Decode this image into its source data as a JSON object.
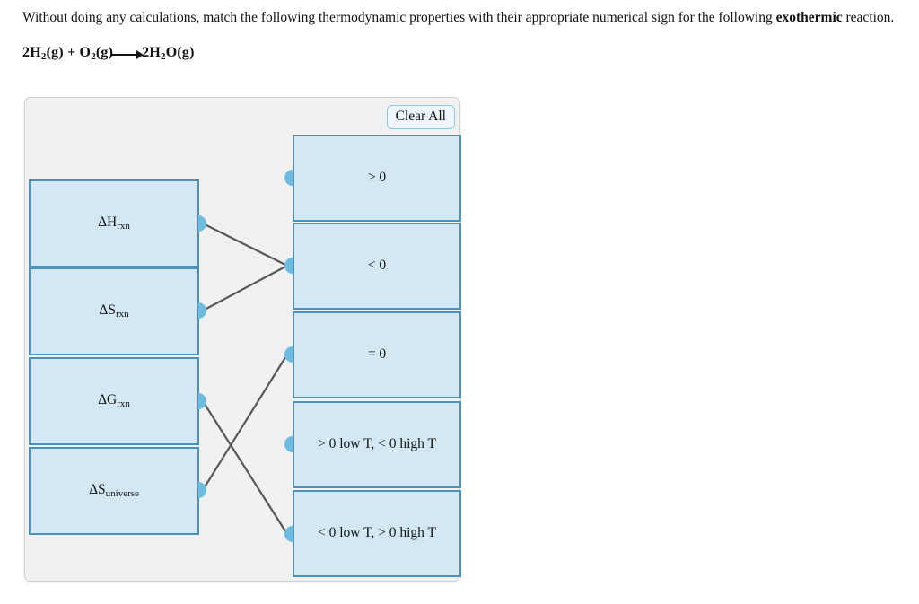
{
  "prompt": {
    "text_before": "Without doing any calculations, match the following thermodynamic properties with their appropriate numerical sign for the following ",
    "emphasis": "exothermic",
    "text_after": " reaction."
  },
  "equation": {
    "reactant_1_coeff": "2H",
    "reactant_1_sub": "2",
    "reactant_1_state": "(g)",
    "plus": " + ",
    "reactant_2": "O",
    "reactant_2_sub": "2",
    "reactant_2_state": "(g)",
    "product_coeff": "2H",
    "product_sub": "2",
    "product_rest": "O",
    "product_state": "(g)"
  },
  "panel": {
    "clear_all_label": "Clear All",
    "left_tiles": [
      {
        "symbol": "ΔH",
        "subscript": "rxn",
        "name": "delta-h-rxn"
      },
      {
        "symbol": "ΔS",
        "subscript": "rxn",
        "name": "delta-s-rxn"
      },
      {
        "symbol": "ΔG",
        "subscript": "rxn",
        "name": "delta-g-rxn"
      },
      {
        "symbol": "ΔS",
        "subscript": "universe",
        "name": "delta-s-universe"
      }
    ],
    "right_tiles": [
      {
        "label": "> 0",
        "name": "greater-than-zero"
      },
      {
        "label": "< 0",
        "name": "less-than-zero"
      },
      {
        "label": "= 0",
        "name": "equal-zero"
      },
      {
        "label": "> 0 low T, < 0 high T",
        "name": "pos-low-t-neg-high-t"
      },
      {
        "label": "< 0 low T, > 0 high T",
        "name": "neg-low-t-pos-high-t"
      }
    ],
    "connections": [
      {
        "from": "delta-h-rxn",
        "to": "less-than-zero"
      },
      {
        "from": "delta-s-rxn",
        "to": "less-than-zero"
      },
      {
        "from": "delta-g-rxn",
        "to": "neg-low-t-pos-high-t"
      },
      {
        "from": "delta-s-universe",
        "to": "equal-zero"
      }
    ]
  },
  "colors": {
    "tile_fill": "#d3e8f5",
    "tile_border": "#4d93b9",
    "knob": "#6dbbdf",
    "panel_bg": "#f1f1f1",
    "wire": "#585858"
  }
}
